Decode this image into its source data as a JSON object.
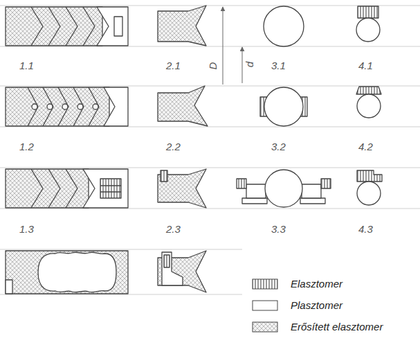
{
  "diagram": {
    "labels": [
      "1.1",
      "2.1",
      "3.1",
      "4.1",
      "1.2",
      "2.2",
      "3.2",
      "4.2",
      "1.3",
      "2.3",
      "3.3",
      "4.3",
      "D",
      "d"
    ],
    "legend": [
      {
        "text": "Elasztomer"
      },
      {
        "text": "Plasztomer"
      },
      {
        "text": "Erősített elasztomer"
      }
    ]
  }
}
